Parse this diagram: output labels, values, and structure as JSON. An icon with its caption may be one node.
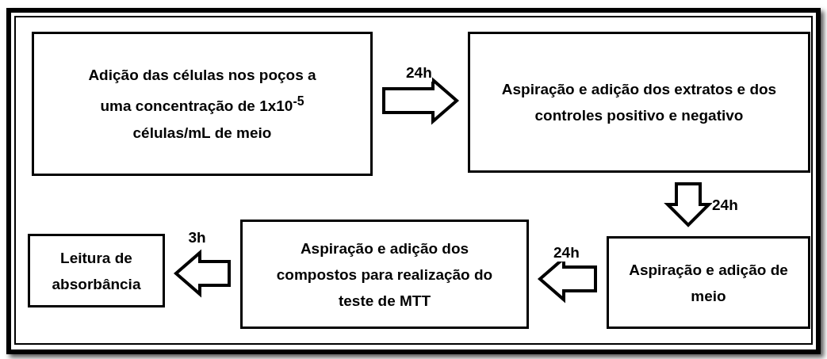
{
  "diagram": {
    "nodes": [
      {
        "text": [
          "Adição das células nos poços a uma concentração de 1x10$^{-5}$ células/mL de meio"
        ]
      },
      {
        "text": [
          "Aspiração e adição dos extratos e dos controles positivo e negativo"
        ]
      },
      {
        "text": [
          "Aspiração e adição de meio"
        ]
      },
      {
        "text": [
          "Aspiração e adição dos compostos para realização do teste de MTT"
        ]
      },
      {
        "text": [
          "Leitura de absorbância"
        ]
      }
    ],
    "edges": [
      {
        "from": 0,
        "to": 1,
        "arrow": "to",
        "label": "24h"
      },
      {
        "from": 1,
        "to": 2,
        "arrow": "to",
        "label": "24h"
      },
      {
        "from": 2,
        "to": 3,
        "arrow": "to",
        "label": "24h"
      },
      {
        "from": 3,
        "to": 4,
        "arrow": "to",
        "label": "3h"
      }
    ]
  }
}
